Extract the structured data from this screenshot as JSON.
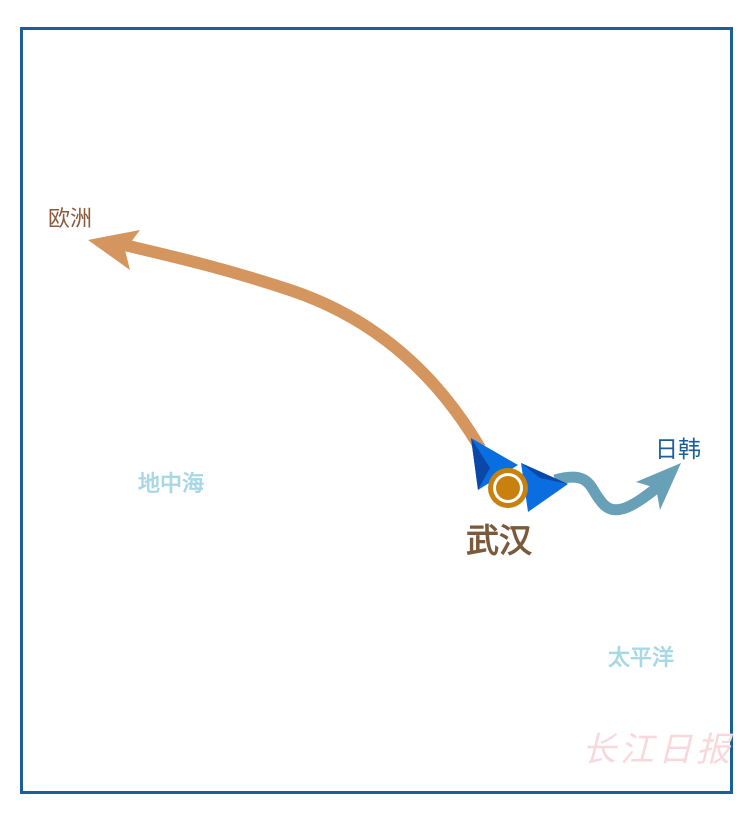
{
  "map": {
    "labels": {
      "europe": "欧洲",
      "japan_korea": "日韩",
      "mediterranean": "地中海",
      "pacific": "太平洋",
      "wuhan": "武汉"
    },
    "watermark": "长江日报",
    "colors": {
      "frame": "#1a5e9a",
      "europe_route": "#d4955e",
      "japan_korea_route": "#68a0b8",
      "wuhan_marker": "#c8800f",
      "triangles": "#0a6ee0"
    }
  }
}
